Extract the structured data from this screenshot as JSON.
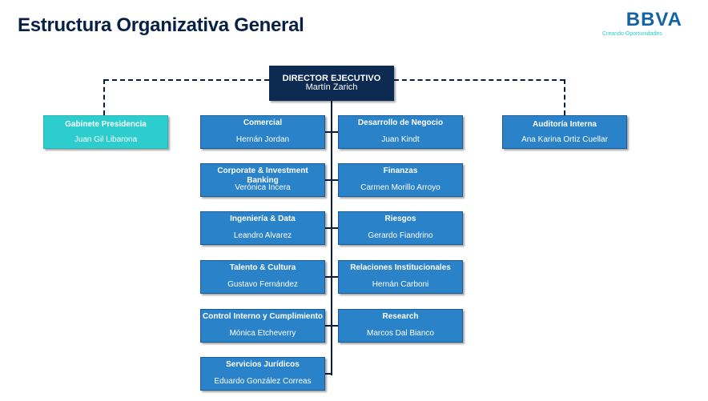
{
  "header": {
    "title": "Estructura Organizativa General"
  },
  "logo": {
    "brand": "BBVA",
    "tagline": "Creando Oportunidades"
  },
  "colors": {
    "navy": "#0c2a52",
    "blue": "#2a82c9",
    "teal": "#2dcccd"
  },
  "director": {
    "role": "DIRECTOR EJECUTIVO",
    "name": "Martín Zarich"
  },
  "staff": [
    {
      "role": "Gabinete Presidencia",
      "name": "Juan Gil Libarona"
    },
    {
      "role": "Auditoría Interna",
      "name": "Ana Karina Ortiz Cuellar"
    }
  ],
  "left_units": [
    {
      "role": "Comercial",
      "name": "Hernán Jordan"
    },
    {
      "role": "Corporate & Investment Banking",
      "name": "Verónica Incera"
    },
    {
      "role": "Ingeniería & Data",
      "name": "Leandro Alvarez"
    },
    {
      "role": "Talento & Cultura",
      "name": "Gustavo Fernández"
    },
    {
      "role": "Control Interno y Cumplimiento",
      "name": "Mónica Etcheverry"
    },
    {
      "role": "Servicios Jurídicos",
      "name": "Eduardo González Correas"
    }
  ],
  "right_units": [
    {
      "role": "Desarrollo de Negocio",
      "name": "Juan Kindt"
    },
    {
      "role": "Finanzas",
      "name": "Carmen Morillo Arroyo"
    },
    {
      "role": "Riesgos",
      "name": "Gerardo Fiandrino"
    },
    {
      "role": "Relaciones Institucionales",
      "name": "Hernán Carboni"
    },
    {
      "role": "Research",
      "name": "Marcos Dal Bianco"
    }
  ]
}
